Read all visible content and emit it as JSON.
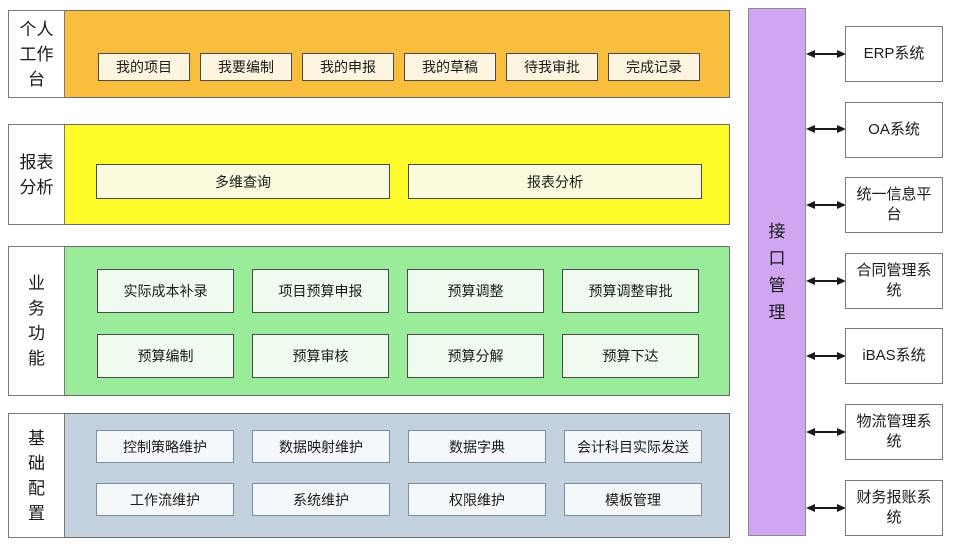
{
  "palette": {
    "workbench_band": "#F9BE3D",
    "workbench_button_bg": "#FDF5DF",
    "report_band": "#FFFB2B",
    "report_button_bg": "#FAFADC",
    "business_band": "#9AEC9A",
    "business_button_bg": "#EFFBEF",
    "config_band": "#C4D2E0",
    "config_button_bg": "#F4F8FB",
    "interface_band": "#D0A6F3",
    "arrow_color": "#1a1a1a"
  },
  "rows": [
    {
      "label": "个人\n工作\n台",
      "band_color": "#F9BE3D",
      "button_bg": "#FDF5DF",
      "buttons": [
        "我的项目",
        "我要编制",
        "我的申报",
        "我的草稿",
        "待我审批",
        "完成记录"
      ]
    },
    {
      "label": "报表\n分析",
      "band_color": "#FFFB2B",
      "button_bg": "#FAFADC",
      "buttons": [
        "多维查询",
        "报表分析"
      ]
    },
    {
      "label": "业\n务\n功\n能",
      "band_color": "#9AEC9A",
      "button_bg": "#EFFBEF",
      "buttons": [
        "实际成本补录",
        "项目预算申报",
        "预算调整",
        "预算调整审批",
        "预算编制",
        "预算审核",
        "预算分解",
        "预算下达"
      ]
    },
    {
      "label": "基\n础\n配\n置",
      "band_color": "#C4D2E0",
      "button_bg": "#F4F8FB",
      "buttons": [
        "控制策略维护",
        "数据映射维护",
        "数据字典",
        "会计科目实际发送",
        "工作流维护",
        "系统维护",
        "权限维护",
        "模板管理"
      ]
    }
  ],
  "interface_bar": {
    "label": "接\n口\n管\n理",
    "color": "#D0A6F3"
  },
  "systems": [
    "ERP系统",
    "OA系统",
    "统一信息平台",
    "合同管理系统",
    "iBAS系统",
    "物流管理系统",
    "财务报账系统"
  ]
}
